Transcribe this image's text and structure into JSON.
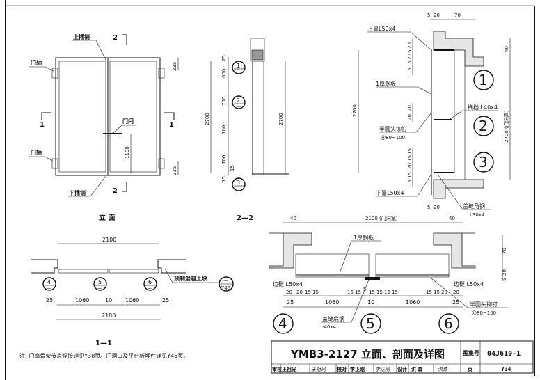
{
  "elevation": {
    "title": "立 面",
    "labels": {
      "top_bolt": "上插销",
      "bottom_bolt": "下插销",
      "hinge_top": "门轴",
      "hinge_bottom": "门轴",
      "latch": "门闩"
    },
    "section_marks": {
      "two": "2",
      "one": "1"
    },
    "dims": {
      "hinge_top": "235",
      "hinge_bottom": "235",
      "latch_height": "1100"
    }
  },
  "section22": {
    "title": "2—2",
    "dims": {
      "top": "25",
      "d1": "600",
      "d2": "700",
      "d3": "700",
      "d4": "700",
      "b1": "15",
      "b2": "15",
      "total_left": "2700",
      "total_right": "2700"
    },
    "callouts": [
      {
        "num": "1",
        "sub": "—"
      },
      {
        "num": "2",
        "sub": "—"
      },
      {
        "num": "3",
        "sub": "—"
      }
    ]
  },
  "section11": {
    "title": "1—1",
    "dims": {
      "opening": "2100",
      "left": "25",
      "leaf1": "1060",
      "gap": "10",
      "leaf2": "1060",
      "right": "25",
      "total": "2180"
    },
    "callouts": [
      {
        "num": "4",
        "sub": "—"
      },
      {
        "num": "5",
        "sub": "—"
      },
      {
        "num": "6",
        "sub": "—"
      }
    ],
    "precast_label": "预制混凝土块",
    "ref": {
      "top": "—",
      "bottom": "Y45"
    }
  },
  "detail_vertical": {
    "labels": {
      "top_frame": "上冒L50x4",
      "plate": "1厚钢板",
      "rail": "横档 L40x4",
      "rivet": "半圆头铆钉",
      "rivet_spacing": "@80~100",
      "bottom_frame": "下冒L50x4",
      "cover_angle": "盖缝角钢",
      "cover_angle_size": "L30x4"
    },
    "dims": {
      "top_a": "5",
      "top_b": "20",
      "top_c": "70",
      "left_total": "2700",
      "right_top": "40",
      "right_total": "2700 (门洞高)",
      "bot_a": "5",
      "bot_b": "20",
      "stack_top": [
        "20",
        "5",
        "20",
        "15",
        "15"
      ],
      "stack_mid": [
        "20",
        "20"
      ],
      "stack_bot": [
        "15",
        "15",
        "20",
        "15",
        "15"
      ]
    },
    "callouts": [
      "1",
      "2",
      "3"
    ]
  },
  "detail_horizontal": {
    "labels": {
      "plate": "1厚钢板",
      "edge_left": "边梃 L50x4",
      "edge_right": "边梃 L50x4",
      "rivet": "半圆头铆钉",
      "rivet_spacing": "@80~100",
      "cover_flat": "盖缝扁钢",
      "cover_flat_size": "-40x4"
    },
    "dims": {
      "left_40": "40",
      "opening": "2100 (门洞宽)",
      "right_40": "40",
      "h70": "70",
      "h20": "20",
      "h5": "5",
      "row_small": [
        "20",
        "20",
        "15",
        "15",
        "15",
        "15",
        "5",
        "15",
        "15",
        "15",
        "15",
        "15",
        "15",
        "20",
        "20"
      ],
      "left": "25",
      "leaf1": "1060",
      "gap": "10",
      "leaf2": "1060",
      "right": "25"
    },
    "callouts": [
      "4",
      "5",
      "6"
    ]
  },
  "note": "注: 门扇骨架节点焊接详见Y38页。门洞口及平台板埋件详见Y45页。",
  "title_block": {
    "title": "YMB3-2127 立面、剖面及详图",
    "atlas_label": "图集号",
    "atlas_no": "04J610-1",
    "review_label": "审核",
    "reviewer": "王祖光",
    "reviewer_sign": "王祖光",
    "check_label": "校对",
    "checker": "李正刚",
    "checker_sign": "李正刚",
    "design_label": "设计",
    "designer": "洪 森",
    "designer_sign": "洪森",
    "page_label": "页",
    "page": "Y34"
  }
}
